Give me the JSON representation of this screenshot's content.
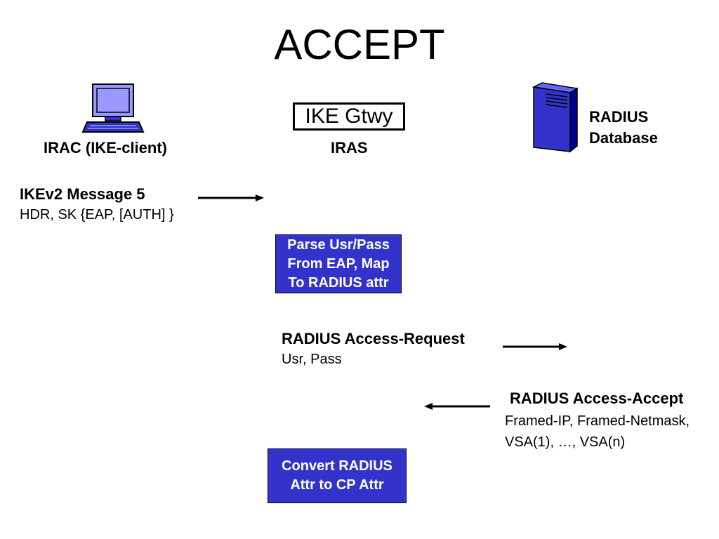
{
  "title": "ACCEPT",
  "nodes": {
    "client": {
      "label": "IRAC (IKE-client)"
    },
    "gateway": {
      "box_label": "IKE Gtwy",
      "label": "IRAS"
    },
    "radius": {
      "label_line1": "RADIUS",
      "label_line2": "Database"
    }
  },
  "messages": {
    "ike_msg5": {
      "title": "IKEv2 Message 5",
      "detail": "HDR, SK {EAP, [AUTH] }"
    },
    "access_request": {
      "title": "RADIUS Access-Request",
      "detail": "Usr, Pass"
    },
    "access_accept": {
      "title": "RADIUS Access-Accept",
      "detail_line1": "Framed-IP, Framed-Netmask,",
      "detail_line2": "VSA(1), …, VSA(n)"
    }
  },
  "process_boxes": {
    "parse": {
      "line1": "Parse Usr/Pass",
      "line2": "From EAP, Map",
      "line3": "To RADIUS attr"
    },
    "convert": {
      "line1": "Convert RADIUS",
      "line2": "Attr to CP Attr"
    }
  },
  "colors": {
    "process_fill": "#3333cc",
    "icon_fill": "#3333cc",
    "laptop_screen": "#9999ff"
  },
  "icons": {
    "client": "laptop-icon",
    "radius": "server-icon"
  }
}
